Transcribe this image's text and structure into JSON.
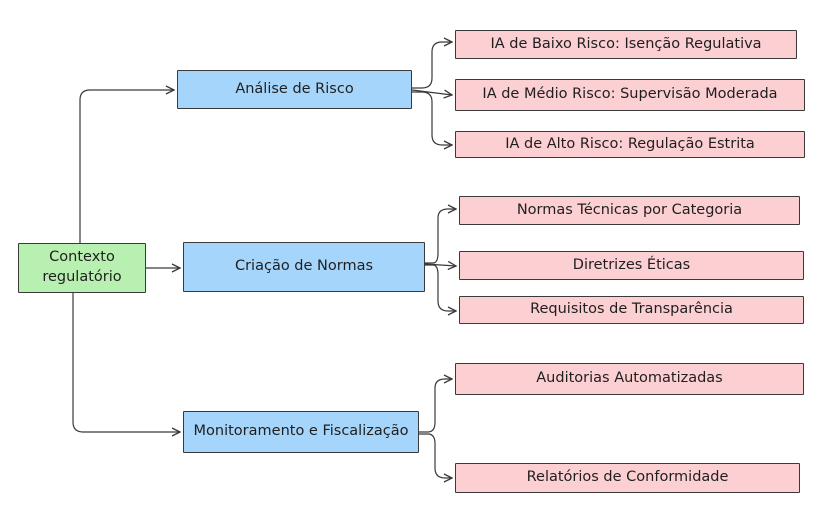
{
  "root": {
    "label": "Contexto regulatório"
  },
  "categories": [
    {
      "label": "Análise de Risco",
      "children": [
        "IA de Baixo Risco: Isenção Regulativa",
        "IA de Médio Risco: Supervisão Moderada",
        "IA de Alto Risco: Regulação Estrita"
      ]
    },
    {
      "label": "Criação de Normas",
      "children": [
        "Normas Técnicas por Categoria",
        "Diretrizes Éticas",
        "Requisitos de Transparência"
      ]
    },
    {
      "label": "Monitoramento e Fiscalização",
      "children": [
        "Auditorias Automatizadas",
        "Relatórios de Conformidade"
      ]
    }
  ],
  "colors": {
    "root_fill": "#b7f0b0",
    "category_fill": "#a6d5fb",
    "leaf_fill": "#fccfd3",
    "stroke": "#3a3a3a"
  }
}
